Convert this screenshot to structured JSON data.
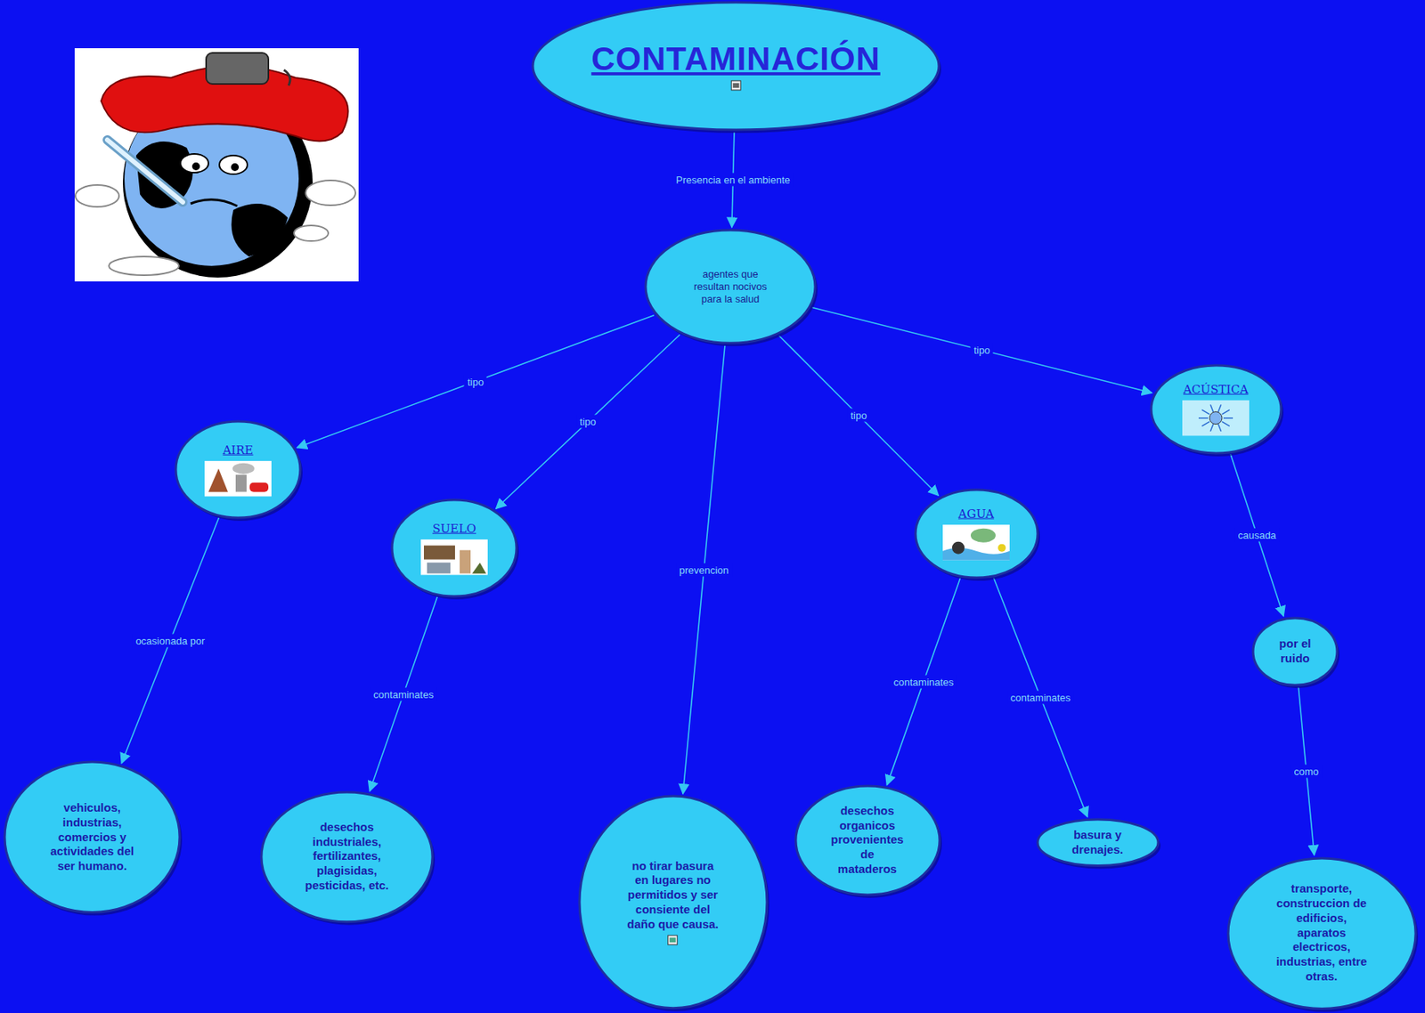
{
  "diagram": {
    "nodes": [
      {
        "text": [
          "CONTAMINACIÓN"
        ]
      },
      {
        "text": [
          "agentes que resultan nocivos para la salud"
        ]
      },
      {
        "text": [
          "AIRE"
        ]
      },
      {
        "text": [
          "SUELO"
        ]
      },
      {
        "text": [
          "AGUA"
        ]
      },
      {
        "text": [
          "ACÚSTICA"
        ]
      },
      {
        "text": [
          "vehiculos, industrias, comercios y actividades del ser humano."
        ]
      },
      {
        "text": [
          "desechos industriales, fertilizantes, plagisidas, pesticidas, etc."
        ]
      },
      {
        "text": [
          "no tirar basura en lugares no permitidos y ser consiente del daño que causa."
        ]
      },
      {
        "text": [
          "desechos organicos provenientes de mataderos"
        ]
      },
      {
        "text": [
          "basura y drenajes."
        ]
      },
      {
        "text": [
          "por el ruido"
        ]
      },
      {
        "text": [
          "transporte, construccion de edificios, aparatos electricos, industrias, entre otras."
        ]
      }
    ],
    "edges": [
      {
        "from": 0,
        "to": 1,
        "label": "Presencia en el ambiente",
        "arrow": "to"
      },
      {
        "from": 1,
        "to": 2,
        "label": "tipo",
        "arrow": "to"
      },
      {
        "from": 1,
        "to": 3,
        "label": "tipo",
        "arrow": "to"
      },
      {
        "from": 1,
        "to": 8,
        "label": "prevencion",
        "arrow": "to"
      },
      {
        "from": 1,
        "to": 4,
        "label": "tipo",
        "arrow": "to"
      },
      {
        "from": 1,
        "to": 5,
        "label": "tipo",
        "arrow": "to"
      },
      {
        "from": 2,
        "to": 6,
        "label": "ocasionada por",
        "arrow": "to"
      },
      {
        "from": 3,
        "to": 7,
        "label": "contaminates",
        "arrow": "to"
      },
      {
        "from": 4,
        "to": 9,
        "label": "contaminates",
        "arrow": "to"
      },
      {
        "from": 4,
        "to": 10,
        "label": "contaminates",
        "arrow": "to"
      },
      {
        "from": 5,
        "to": 11,
        "label": "causada",
        "arrow": "to"
      },
      {
        "from": 11,
        "to": 12,
        "label": "como",
        "arrow": "to"
      }
    ]
  }
}
